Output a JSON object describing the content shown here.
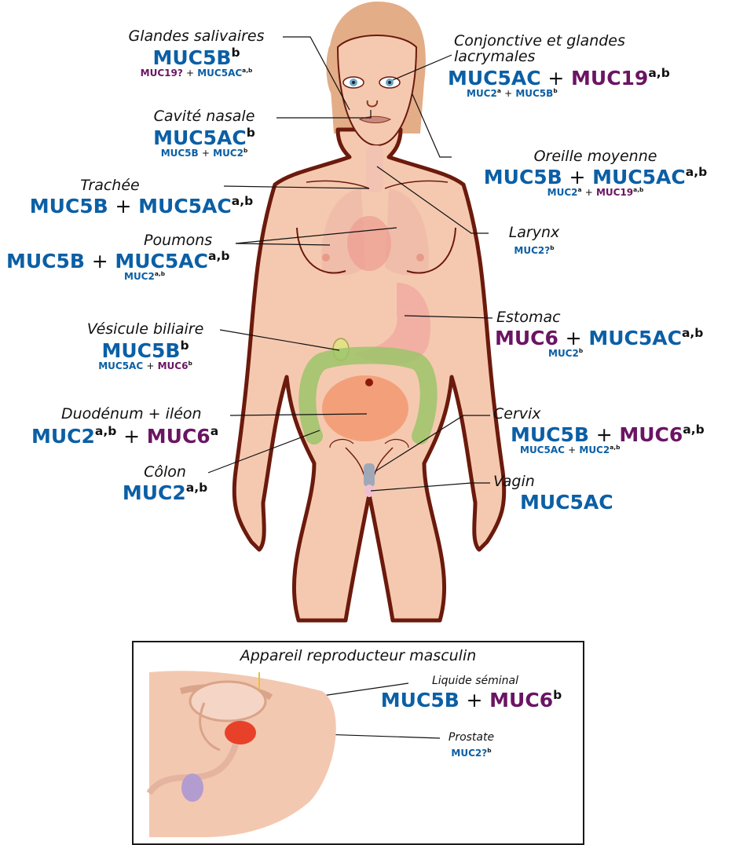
{
  "colors": {
    "muc_blue": "#0b5fa5",
    "muc_purple": "#6b1463",
    "skin": "#f5c9b0",
    "outline": "#6b1a0c",
    "hair": "#e3ad88",
    "intestine": "#f3a07a",
    "colon": "#9cc46a",
    "prostate": "#e8412a"
  },
  "labels": {
    "glandes": {
      "organ": "Glandes salivaires",
      "main": "MUC5B",
      "main_sup": "b",
      "minor_a": "MUC19?",
      "plus": "+",
      "minor_b": "MUC5AC",
      "minor_sup": "a,b"
    },
    "conj": {
      "organ_l1": "Conjonctive et glandes",
      "organ_l2": "lacrymales",
      "main_a": "MUC5AC",
      "plus": "+",
      "main_b": "MUC19",
      "main_sup": "a,b",
      "minor_a": "MUC2",
      "minor_a_sup": "a",
      "minor_b": "MUC5B",
      "minor_b_sup": "b"
    },
    "nasale": {
      "organ": "Cavité nasale",
      "main": "MUC5AC",
      "main_sup": "b",
      "minor_a": "MUC5B",
      "plus": "+",
      "minor_b": "MUC2",
      "minor_sup": "b"
    },
    "oreille": {
      "organ": "Oreille moyenne",
      "main_a": "MUC5B",
      "plus": "+",
      "main_b": "MUC5AC",
      "main_sup": "a,b",
      "minor_a": "MUC2",
      "minor_a_sup": "a",
      "minor_b": "MUC19",
      "minor_b_sup": "a,b"
    },
    "trachee": {
      "organ": "Trachée",
      "main_a": "MUC5B",
      "plus": "+",
      "main_b": "MUC5AC",
      "main_sup": "a,b"
    },
    "larynx": {
      "organ": "Larynx",
      "minor": "MUC2?",
      "minor_sup": "b"
    },
    "poumons": {
      "organ": "Poumons",
      "main_a": "MUC5B",
      "plus": "+",
      "main_b": "MUC5AC",
      "main_sup": "a,b",
      "minor": "MUC2",
      "minor_sup": "a,b"
    },
    "vesicule": {
      "organ": "Vésicule biliaire",
      "main": "MUC5B",
      "main_sup": "b",
      "minor_a": "MUC5AC",
      "plus": "+",
      "minor_b": "MUC6",
      "minor_sup": "b"
    },
    "estomac": {
      "organ": "Estomac",
      "main_a": "MUC6",
      "plus": "+",
      "main_b": "MUC5AC",
      "main_sup": "a,b",
      "minor": "MUC2",
      "minor_sup": "b"
    },
    "duodenum": {
      "organ": "Duodénum + iléon",
      "main_a": "MUC2",
      "main_a_sup": "a,b",
      "plus": "+",
      "main_b": "MUC6",
      "main_b_sup": "a"
    },
    "cervix": {
      "organ": "Cervix",
      "main_a": "MUC5B",
      "plus": "+",
      "main_b": "MUC6",
      "main_sup": "a,b",
      "minor_a": "MUC5AC",
      "minor_b": "MUC2",
      "minor_sup": "a,b"
    },
    "colon": {
      "organ": "Côlon",
      "main": "MUC2",
      "main_sup": "a,b"
    },
    "vagin": {
      "organ": "Vagin",
      "main": "MUC5AC"
    }
  },
  "male_box": {
    "title": "Appareil reproducteur masculin",
    "seminal": {
      "organ": "Liquide séminal",
      "main_a": "MUC5B",
      "plus": "+",
      "main_b": "MUC6",
      "main_sup": "b"
    },
    "prostate": {
      "organ": "Prostate",
      "minor": "MUC2?",
      "minor_sup": "b"
    }
  }
}
